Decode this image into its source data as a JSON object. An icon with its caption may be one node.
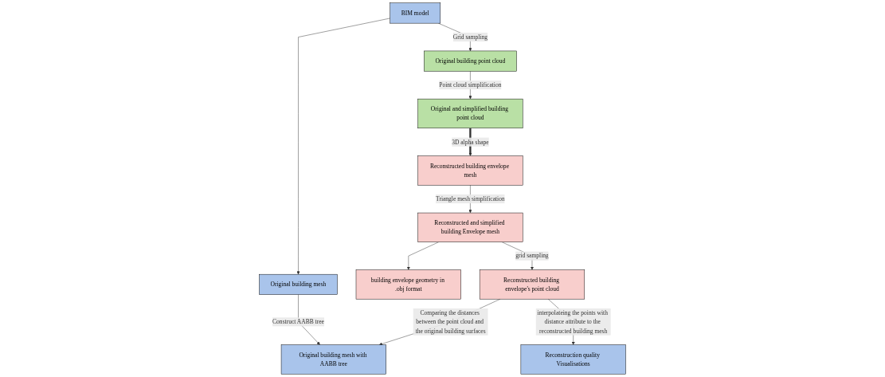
{
  "diagram": {
    "nodes": [
      {
        "text": [
          "BIM model"
        ]
      },
      {
        "text": [
          "Original building point cloud"
        ]
      },
      {
        "text": [
          "Reconstructed building envelope mesh"
        ]
      },
      {
        "text": [
          "Original building mesh"
        ]
      },
      {
        "text": [
          "Original and simplified building point cloud"
        ]
      },
      {
        "text": [
          "Reconstructed and simplified building Envelope mesh"
        ]
      },
      {
        "text": [
          "building envelope geometry in .obj format"
        ]
      },
      {
        "text": [
          "Original building mesh with AABB tree"
        ]
      },
      {
        "text": [
          "Reconstructed building envelope's point cloud"
        ]
      },
      {
        "text": [
          "Reconstruction quality Visualisations"
        ]
      }
    ],
    "edges": [
      {
        "from": 0,
        "to": 1,
        "arrow": "to",
        "label": "Grid sampling"
      },
      {
        "from": 0,
        "to": 3,
        "arrow": "to"
      },
      {
        "from": 1,
        "to": 4,
        "arrow": "to",
        "label": "Point cloud simplification"
      },
      {
        "from": 4,
        "to": 2,
        "arrow": "to",
        "label": "3D alpha shape",
        "style": "thick"
      },
      {
        "from": 2,
        "to": 5,
        "arrow": "to",
        "label": "Triangle mesh simplification"
      },
      {
        "from": 5,
        "to": 6,
        "arrow": "to"
      },
      {
        "from": 5,
        "to": 8,
        "arrow": "to",
        "label": "grid sampling"
      },
      {
        "from": 3,
        "to": 7,
        "arrow": "to",
        "label": "Construct AABB tree"
      },
      {
        "from": 8,
        "to": 7,
        "arrow": "to",
        "label": "Comparing the distances between the point cloud and the original building surfaces"
      },
      {
        "from": 8,
        "to": 9,
        "arrow": "to",
        "label": "interpolateing the points with distance attribute to the reconstructed building mesh"
      }
    ]
  }
}
